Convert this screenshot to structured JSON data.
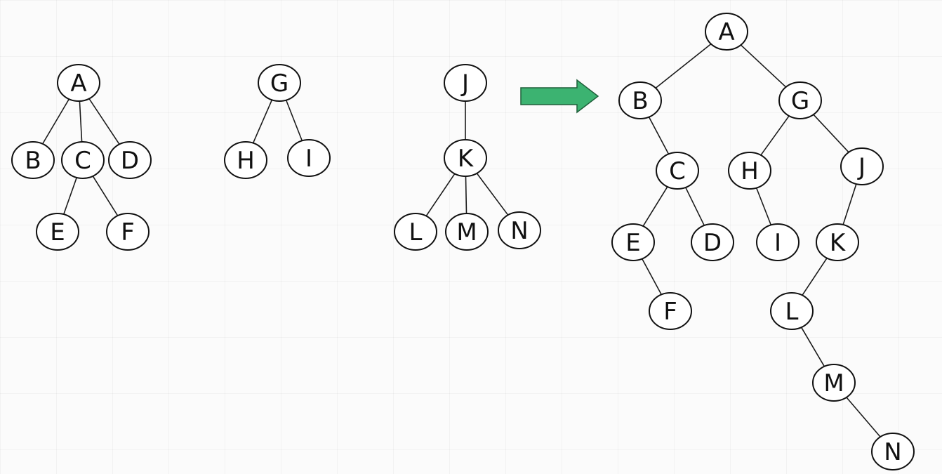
{
  "arrow_color": "#3cb371",
  "arrow_border": "#1f5f3a",
  "forest": [
    {
      "name": "tree-a",
      "nodes": [
        {
          "id": "A",
          "label": "A"
        },
        {
          "id": "B",
          "label": "B"
        },
        {
          "id": "C",
          "label": "C"
        },
        {
          "id": "D",
          "label": "D"
        },
        {
          "id": "E",
          "label": "E"
        },
        {
          "id": "F",
          "label": "F"
        }
      ],
      "edges": [
        [
          "A",
          "B"
        ],
        [
          "A",
          "C"
        ],
        [
          "A",
          "D"
        ],
        [
          "C",
          "E"
        ],
        [
          "C",
          "F"
        ]
      ]
    },
    {
      "name": "tree-g",
      "nodes": [
        {
          "id": "G",
          "label": "G"
        },
        {
          "id": "H",
          "label": "H"
        },
        {
          "id": "I",
          "label": "I"
        }
      ],
      "edges": [
        [
          "G",
          "H"
        ],
        [
          "G",
          "I"
        ]
      ]
    },
    {
      "name": "tree-j",
      "nodes": [
        {
          "id": "J",
          "label": "J"
        },
        {
          "id": "K",
          "label": "K"
        },
        {
          "id": "L",
          "label": "L"
        },
        {
          "id": "M",
          "label": "M"
        },
        {
          "id": "N",
          "label": "N"
        }
      ],
      "edges": [
        [
          "J",
          "K"
        ],
        [
          "K",
          "L"
        ],
        [
          "K",
          "M"
        ],
        [
          "K",
          "N"
        ]
      ]
    }
  ],
  "binary_tree": {
    "name": "binary-tree",
    "nodes": [
      {
        "id": "A",
        "label": "A"
      },
      {
        "id": "B",
        "label": "B"
      },
      {
        "id": "G",
        "label": "G"
      },
      {
        "id": "C",
        "label": "C"
      },
      {
        "id": "H",
        "label": "H"
      },
      {
        "id": "J",
        "label": "J"
      },
      {
        "id": "E",
        "label": "E"
      },
      {
        "id": "D",
        "label": "D"
      },
      {
        "id": "I",
        "label": "I"
      },
      {
        "id": "K",
        "label": "K"
      },
      {
        "id": "F",
        "label": "F"
      },
      {
        "id": "L",
        "label": "L"
      },
      {
        "id": "M",
        "label": "M"
      },
      {
        "id": "N",
        "label": "N"
      }
    ],
    "edges": [
      [
        "A",
        "B"
      ],
      [
        "A",
        "G"
      ],
      [
        "B",
        "C"
      ],
      [
        "C",
        "E"
      ],
      [
        "C",
        "D"
      ],
      [
        "E",
        "F"
      ],
      [
        "G",
        "H"
      ],
      [
        "G",
        "J"
      ],
      [
        "H",
        "I"
      ],
      [
        "J",
        "K"
      ],
      [
        "K",
        "L"
      ],
      [
        "L",
        "M"
      ],
      [
        "M",
        "N"
      ]
    ]
  }
}
